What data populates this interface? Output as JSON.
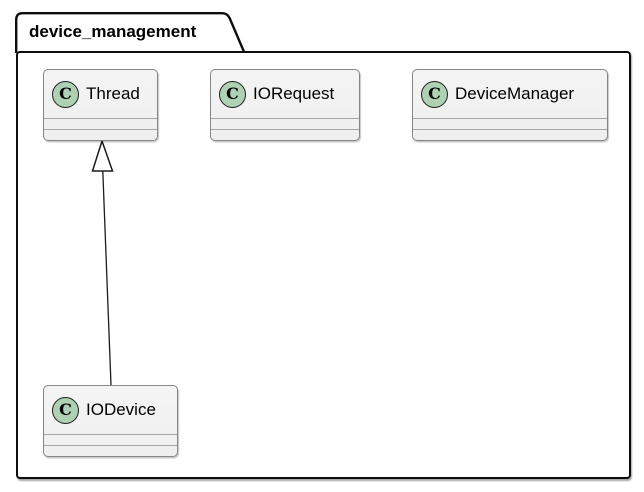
{
  "diagram_type": "uml-class-diagram",
  "package": {
    "name": "device_management"
  },
  "classes": [
    {
      "name": "Thread",
      "stereotype_letter": "C",
      "attributes": [],
      "methods": []
    },
    {
      "name": "IORequest",
      "stereotype_letter": "C",
      "attributes": [],
      "methods": []
    },
    {
      "name": "DeviceManager",
      "stereotype_letter": "C",
      "attributes": [],
      "methods": []
    },
    {
      "name": "IODevice",
      "stereotype_letter": "C",
      "attributes": [],
      "methods": []
    }
  ],
  "relations": [
    {
      "from": "IODevice",
      "to": "Thread",
      "type": "inheritance"
    }
  ],
  "colors": {
    "page_background": "#ffffff",
    "package_border": "#0d0d0d",
    "class_border": "#868686",
    "separator": "#a5a5a5",
    "circle_fill": "#ADD1B2",
    "circle_border": "#1c1c1c",
    "connector": "#1c1c1c"
  }
}
